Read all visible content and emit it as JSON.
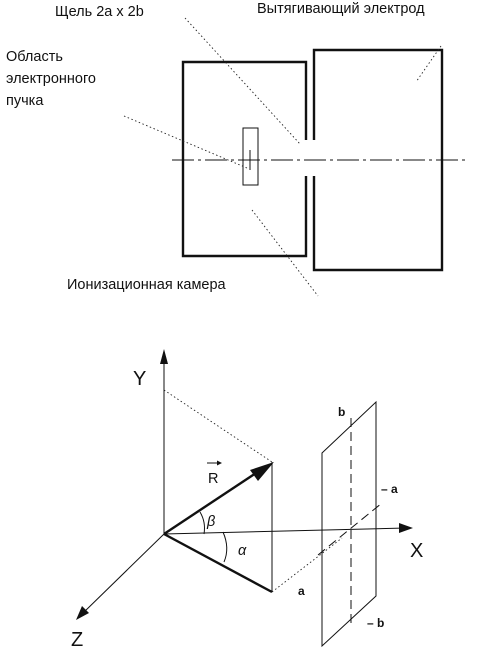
{
  "top": {
    "slit_label": "Щель 2a x 2b",
    "electrode_label": "Вытягивающий электрод",
    "beam_label_line1": "Область",
    "beam_label_line2": "электронного",
    "beam_label_line3": "пучка",
    "chamber_label": "Ионизационная камера"
  },
  "bottom": {
    "y_axis": "Y",
    "x_axis": "X",
    "z_axis": "Z",
    "vector_r": "R",
    "angle_beta": "β",
    "angle_alpha": "α",
    "b_top": "b",
    "b_bottom": "– b",
    "a_right": "– a",
    "a_left": "a"
  }
}
